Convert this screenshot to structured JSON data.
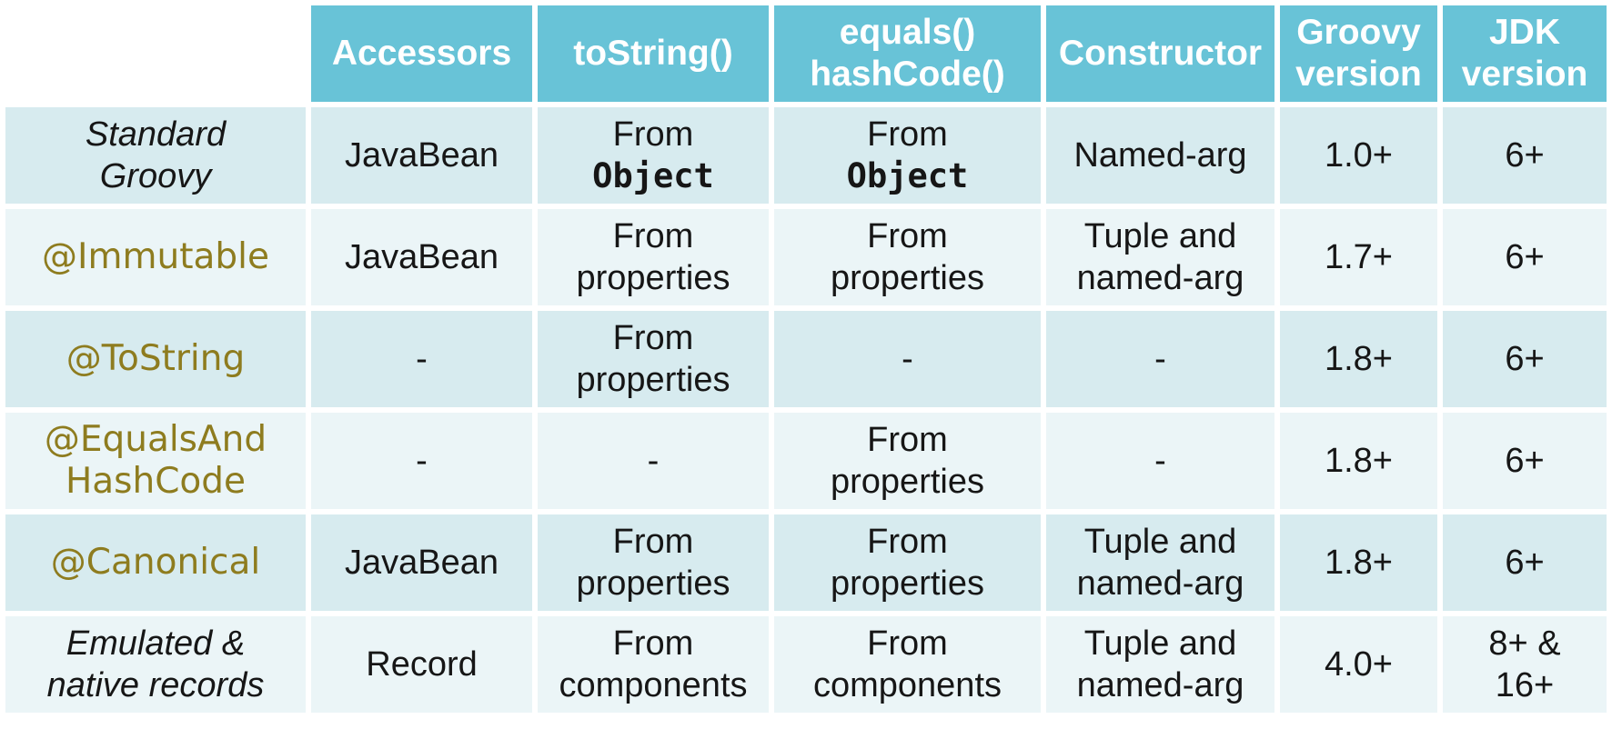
{
  "table": {
    "header": {
      "cells": [
        {
          "label": ""
        },
        {
          "label": "Accessors"
        },
        {
          "label": "toString()"
        },
        {
          "label": "equals()\nhashCode()"
        },
        {
          "label": "Constructor"
        },
        {
          "label": "Groovy\nversion"
        },
        {
          "label": "JDK\nversion"
        }
      ]
    },
    "rows": [
      {
        "label": "Standard\nGroovy",
        "label_style": "plain-italic",
        "cells": [
          {
            "text": "JavaBean"
          },
          {
            "text": "From",
            "code": "Object"
          },
          {
            "text": "From",
            "code": "Object"
          },
          {
            "text": "Named-arg"
          },
          {
            "text": "1.0+"
          },
          {
            "text": "6+"
          }
        ]
      },
      {
        "label": "@Immutable",
        "label_style": "annotation",
        "cells": [
          {
            "text": "JavaBean"
          },
          {
            "text": "From\nproperties"
          },
          {
            "text": "From\nproperties"
          },
          {
            "text": "Tuple and\nnamed-arg"
          },
          {
            "text": "1.7+"
          },
          {
            "text": "6+"
          }
        ]
      },
      {
        "label": "@ToString",
        "label_style": "annotation",
        "cells": [
          {
            "text": "-"
          },
          {
            "text": "From\nproperties"
          },
          {
            "text": "-"
          },
          {
            "text": "-"
          },
          {
            "text": "1.8+"
          },
          {
            "text": "6+"
          }
        ]
      },
      {
        "label": "@EqualsAnd\nHashCode",
        "label_style": "annotation",
        "cells": [
          {
            "text": "-"
          },
          {
            "text": "-"
          },
          {
            "text": "From\nproperties"
          },
          {
            "text": "-"
          },
          {
            "text": "1.8+"
          },
          {
            "text": "6+"
          }
        ]
      },
      {
        "label": "@Canonical",
        "label_style": "annotation",
        "cells": [
          {
            "text": "JavaBean"
          },
          {
            "text": "From\nproperties"
          },
          {
            "text": "From\nproperties"
          },
          {
            "text": "Tuple and\nnamed-arg"
          },
          {
            "text": "1.8+"
          },
          {
            "text": "6+"
          }
        ]
      },
      {
        "label": "Emulated &\nnative records",
        "label_style": "plain-italic",
        "cells": [
          {
            "text": "Record"
          },
          {
            "text": "From\ncomponents"
          },
          {
            "text": "From\ncomponents"
          },
          {
            "text": "Tuple and\nnamed-arg"
          },
          {
            "text": "4.0+"
          },
          {
            "text": "8+ &\n16+"
          }
        ]
      }
    ]
  },
  "colors": {
    "header_bg": "#68c3d7",
    "header_text": "#ffffff",
    "row_band_dark": "#d7ebef",
    "row_band_light": "#ebf5f7",
    "body_text": "#161616",
    "annotation_text": "#8e7c1f",
    "gap": "#ffffff"
  }
}
